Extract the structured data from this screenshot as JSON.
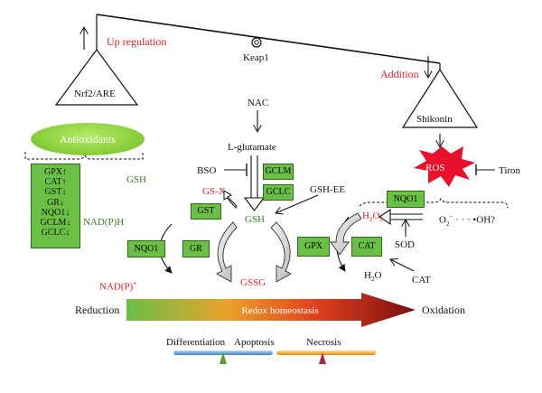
{
  "labels": {
    "up_regulation": "Up regulation",
    "keap1": "Keap1",
    "addition": "Addition",
    "nrf2": "Nrf2/ARE",
    "shikonin": "Shikonin",
    "nac": "NAC",
    "l_glutamate": "L-glutamate",
    "antioxidants": "Antioxidants",
    "gsh_left": "GSH",
    "bso": "BSO",
    "gs_x": "GS-X",
    "gsh_center": "GSH",
    "gsh_ee": "GSH-EE",
    "ros": "ROS",
    "tiron": "Tiron",
    "nadph": "NAD(P)H",
    "nadp_plus": "NAD(P)",
    "plus_sup": "+",
    "h2o2": "H",
    "h2o2_sub1": "2",
    "h2o2_mid": "O",
    "h2o2_sub2": "2",
    "o2_radical": "O",
    "o2_sub": "2",
    "o2_sup": "−",
    "oh": "· · · •OH?",
    "sod": "SOD",
    "h2o": "H",
    "h2o_sub": "2",
    "h2o_o": "O",
    "cat_bottom": "CAT",
    "gssg": "GSSG",
    "reduction": "Reduction",
    "oxidation": "Oxidation",
    "redox": "Redox homeostasis",
    "differentiation": "Differentiation",
    "apoptosis": "Apoptosis",
    "necrosis": "Necrosis"
  },
  "boxes": {
    "gclm": "GCLM",
    "gclc": "GCLC",
    "gst": "GST",
    "nqo1_left": "NQO1",
    "gr": "GR",
    "gpx": "GPX",
    "cat": "CAT",
    "nqo1_right": "NQO1"
  },
  "antioxidant_list": [
    "GPX↑",
    "CAT↑",
    "GST↓",
    "GR↓",
    "NQO1↓",
    "GCLM↓",
    "GCLC↓"
  ],
  "colors": {
    "box_green": "#6abf45",
    "red_text": "#e0202a",
    "green_text": "#3c7a1e",
    "ros_red": "#e8102a",
    "gradient_left": "#6abf45",
    "gradient_mid": "#f08a1c",
    "gradient_right": "#7a0f10"
  }
}
